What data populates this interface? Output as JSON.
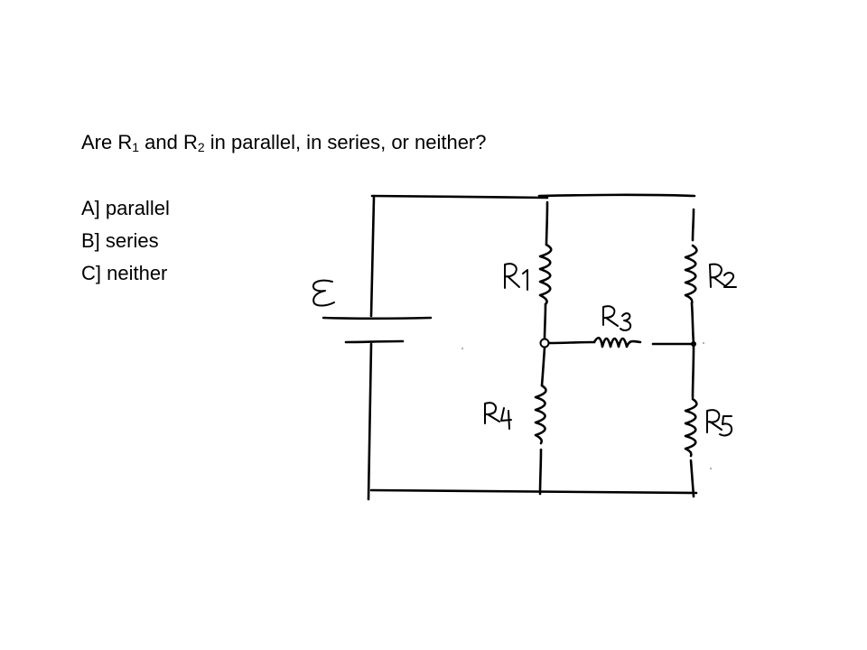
{
  "question": {
    "prefix": "Are R",
    "sub1": "1",
    "middle": " and R",
    "sub2": "2",
    "suffix": " in parallel, in series, or neither?"
  },
  "options": [
    {
      "text": "A] parallel"
    },
    {
      "text": "B] series"
    },
    {
      "text": "C] neither"
    }
  ],
  "circuit": {
    "labels": {
      "emf": "E",
      "r1": "R1",
      "r2": "R2",
      "r3": "R3",
      "r4": "R4",
      "r5": "R5"
    }
  }
}
